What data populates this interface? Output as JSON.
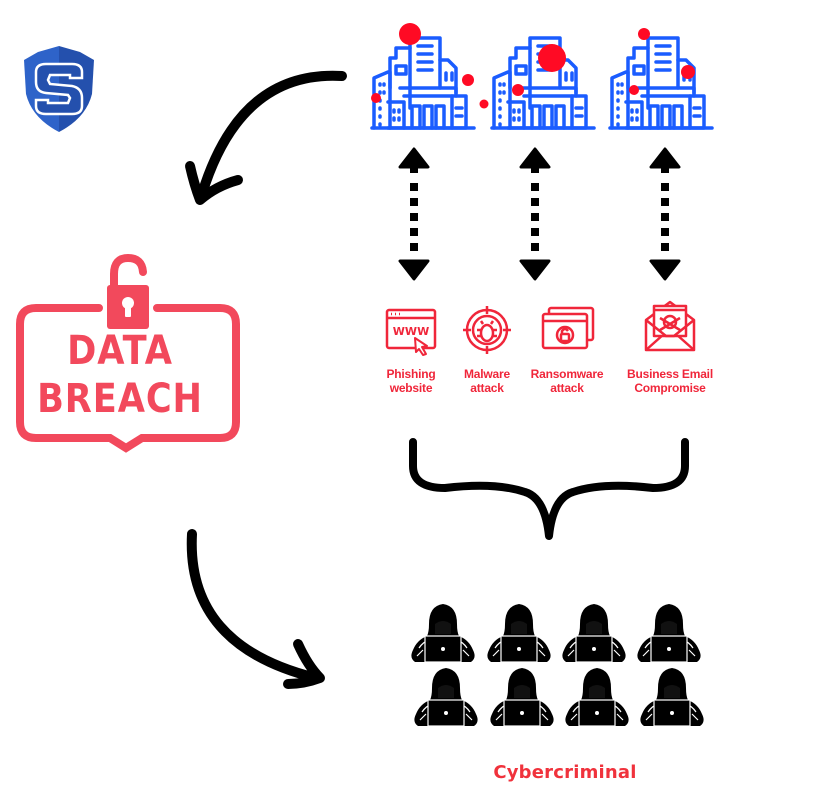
{
  "logo": {
    "icon": "shield-s-logo-icon",
    "color": "#2a5cc0"
  },
  "colors": {
    "building_blue": "#1a5cff",
    "dot_red": "#ff0a24",
    "attack_red": "#f0263a",
    "breach_pink": "#f2495c",
    "ink": "#000000",
    "cybercriminal_red": "#f0323c"
  },
  "organizations": [
    {
      "icon": "office-buildings-icon",
      "label": "organization-1"
    },
    {
      "icon": "office-buildings-icon",
      "label": "organization-2"
    },
    {
      "icon": "office-buildings-icon",
      "label": "organization-3"
    }
  ],
  "data_breach": {
    "icon": "unlocked-padlock-icon",
    "line1": "DATA",
    "line2": "BREACH"
  },
  "attacks": [
    {
      "icon": "www-browser-cursor-icon",
      "line1": "Phishing",
      "line2": "website"
    },
    {
      "icon": "bug-target-icon",
      "line1": "Malware",
      "line2": "attack"
    },
    {
      "icon": "locked-windows-icon",
      "line1": "Ransomware",
      "line2": "attack"
    },
    {
      "icon": "skull-envelope-icon",
      "line1": "Business Email",
      "line2": "Compromise"
    }
  ],
  "cybercriminals": {
    "count": 8,
    "icon": "hooded-hacker-laptop-icon",
    "label": "Cybercriminal"
  }
}
